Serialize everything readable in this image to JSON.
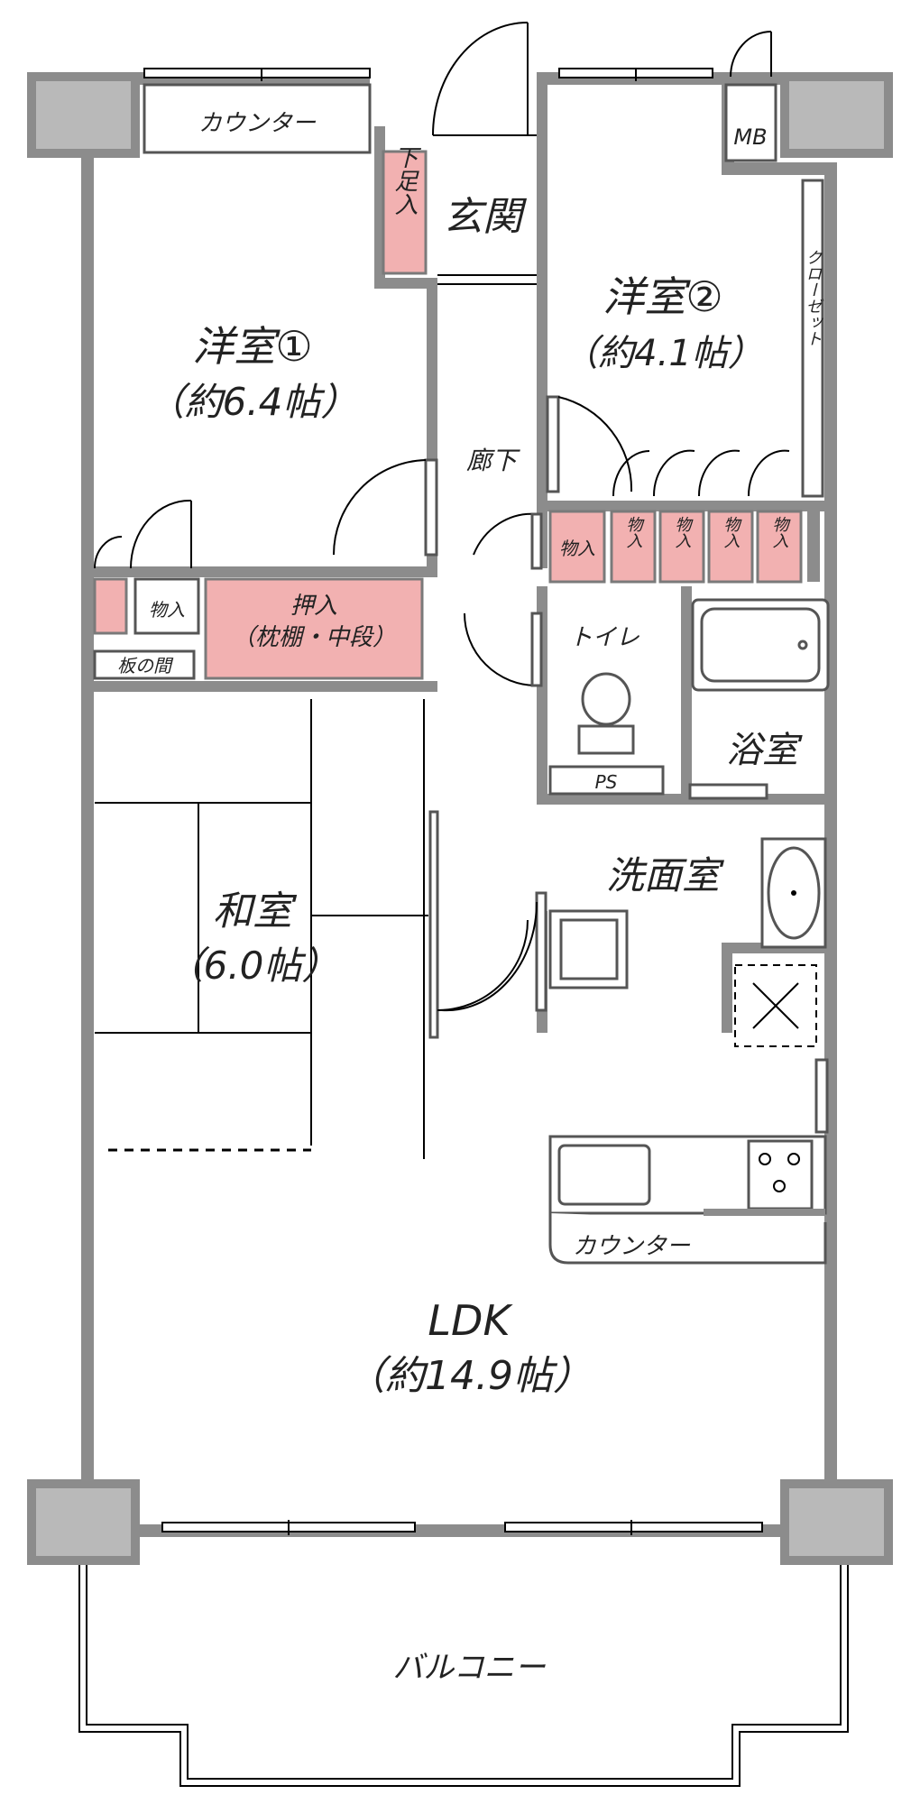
{
  "rooms": {
    "western1": {
      "name": "洋室①",
      "area": "（約6.4帖）"
    },
    "western2": {
      "name": "洋室②",
      "area": "（約4.1帖）"
    },
    "japanese": {
      "name": "和室",
      "area": "（6.0帖）"
    },
    "ldk": {
      "name": "LDK",
      "area": "（約14.9帖）"
    },
    "entrance": {
      "name": "玄関"
    },
    "hallway": {
      "name": "廊下"
    },
    "toilet": {
      "name": "トイレ"
    },
    "bath": {
      "name": "浴室"
    },
    "washroom": {
      "name": "洗面室"
    },
    "balcony": {
      "name": "バルコニー"
    }
  },
  "storage": {
    "counter_top": "カウンター",
    "counter_kitchen": "カウンター",
    "shoe_box": "下足入",
    "mb": "MB",
    "closet_vertical": "クローゼット",
    "oshiire": "押入",
    "oshiire_note": "（枕棚・中段）",
    "monoire": "物入",
    "itanoma": "板の間",
    "ps": "PS"
  },
  "colors": {
    "wall": "#8c8c8c",
    "column": "#b9b9b9",
    "storage_fill": "#f2b1b1"
  }
}
